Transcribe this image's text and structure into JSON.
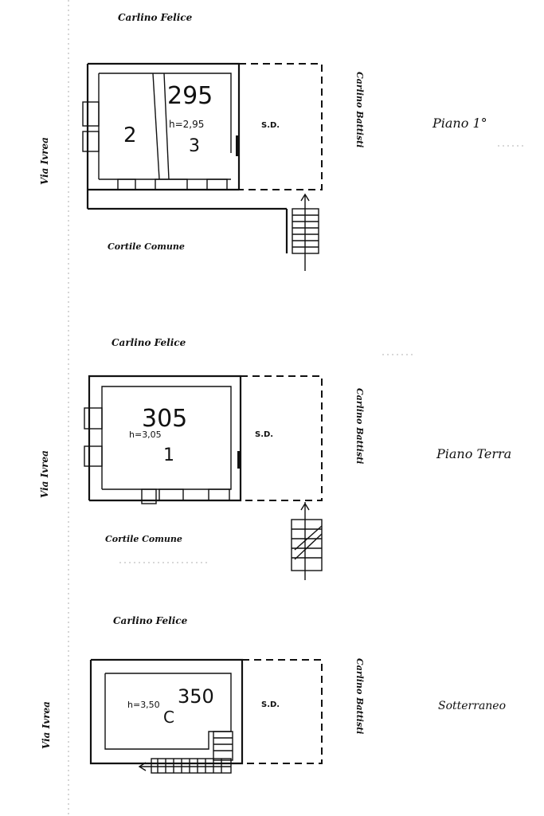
{
  "floors": [
    {
      "title": "Piano 1°",
      "street_top": "Carlino Felice",
      "street_left": "Via Ivrea",
      "street_right": "Carlino Battisti",
      "courtyard": "Cortile Comune",
      "sd": "S.D.",
      "rooms": [
        {
          "number": "2",
          "area": "",
          "height": ""
        },
        {
          "number": "3",
          "area": "295",
          "height": "h=2,95"
        }
      ]
    },
    {
      "title": "Piano Terra",
      "street_top": "Carlino Felice",
      "street_left": "Via Ivrea",
      "street_right": "Carlino Battisti",
      "courtyard": "Cortile Comune",
      "sd": "S.D.",
      "rooms": [
        {
          "number": "1",
          "area": "305",
          "height": "h=3,05"
        }
      ]
    },
    {
      "title": "Sotterraneo",
      "street_top": "Carlino Felice",
      "street_left": "Via Ivrea",
      "street_right": "Carlino Battisti",
      "sd": "S.D.",
      "rooms": [
        {
          "number": "C",
          "area": "350",
          "height": "h=3,50"
        }
      ]
    }
  ]
}
